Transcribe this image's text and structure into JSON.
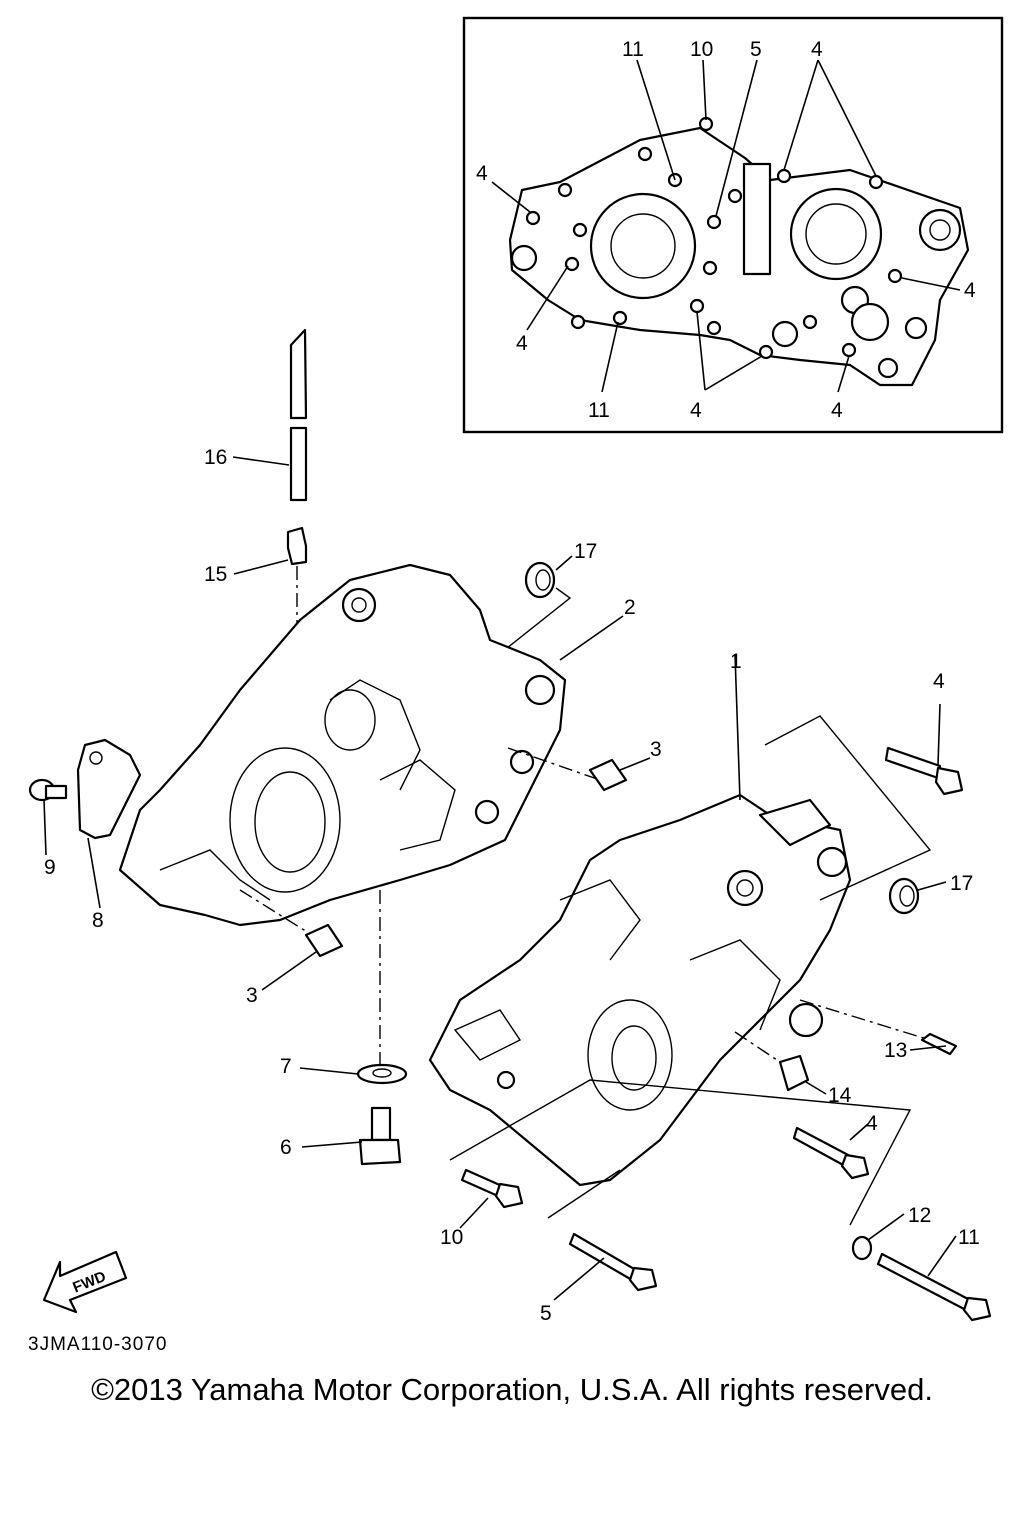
{
  "inset_callouts": [
    "11",
    "10",
    "5",
    "4",
    "4",
    "4",
    "4",
    "4",
    "11",
    "4",
    "4"
  ],
  "main_callouts": [
    "16",
    "15",
    "17",
    "2",
    "1",
    "4",
    "3",
    "9",
    "8",
    "3",
    "17",
    "7",
    "13",
    "14",
    "6",
    "4",
    "10",
    "12",
    "11",
    "5"
  ],
  "fwd_label": "FWD",
  "drawing_code": "3JMA110-3070",
  "copyright": "©2013 Yamaha Motor Corporation, U.S.A. All rights reserved."
}
